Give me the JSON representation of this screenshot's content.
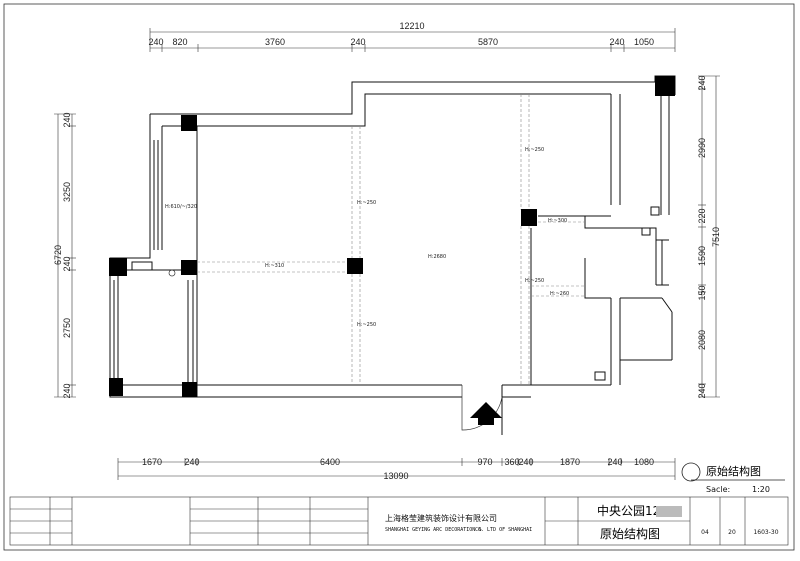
{
  "dimensions": {
    "top_total": "12210",
    "top_segments": [
      "240",
      "820",
      "3760",
      "240",
      "5870",
      "240",
      "1050"
    ],
    "bottom_total": "13090",
    "bottom_segments": [
      "1670",
      "240",
      "6400",
      "970",
      "360",
      "240",
      "1870",
      "240",
      "1080"
    ],
    "left_total": "6720",
    "left_segments": [
      "240",
      "3250",
      "240",
      "2750",
      "240"
    ],
    "right_total": "7510",
    "right_segments": [
      "240",
      "2990",
      "220",
      "1590",
      "150",
      "2080",
      "240"
    ]
  },
  "annotations": {
    "h_left_room": "H:610/~/320",
    "h_beam_left": "H:~310",
    "h_beam_mid_top": "H:~250",
    "h_beam_mid_bottom": "H:~250",
    "h_center": "H:2680",
    "h_right_top": "H:~250",
    "h_right_col": "H:~300",
    "h_right_mid": "H:~250",
    "h_right_low": "H:~260"
  },
  "drawing_label": {
    "title": "原始结构图",
    "scale_label": "Sacle:",
    "scale_value": "1:20"
  },
  "title_block": {
    "company_cn": "上海格莹建筑装饰设计有限公司",
    "company_en_1": "SHANGHAI GEYING ARC DECORATION  &",
    "company_en_2": "CO. LTD OF SHANGHAI",
    "project_name": "中央公园12",
    "drawing_name": "原始结构图",
    "sheet_no": "04",
    "sheet_total": "20",
    "drawing_code": "1603-30"
  },
  "colors": {
    "line": "#111111",
    "dashed": "#888888",
    "column": "#000000"
  }
}
